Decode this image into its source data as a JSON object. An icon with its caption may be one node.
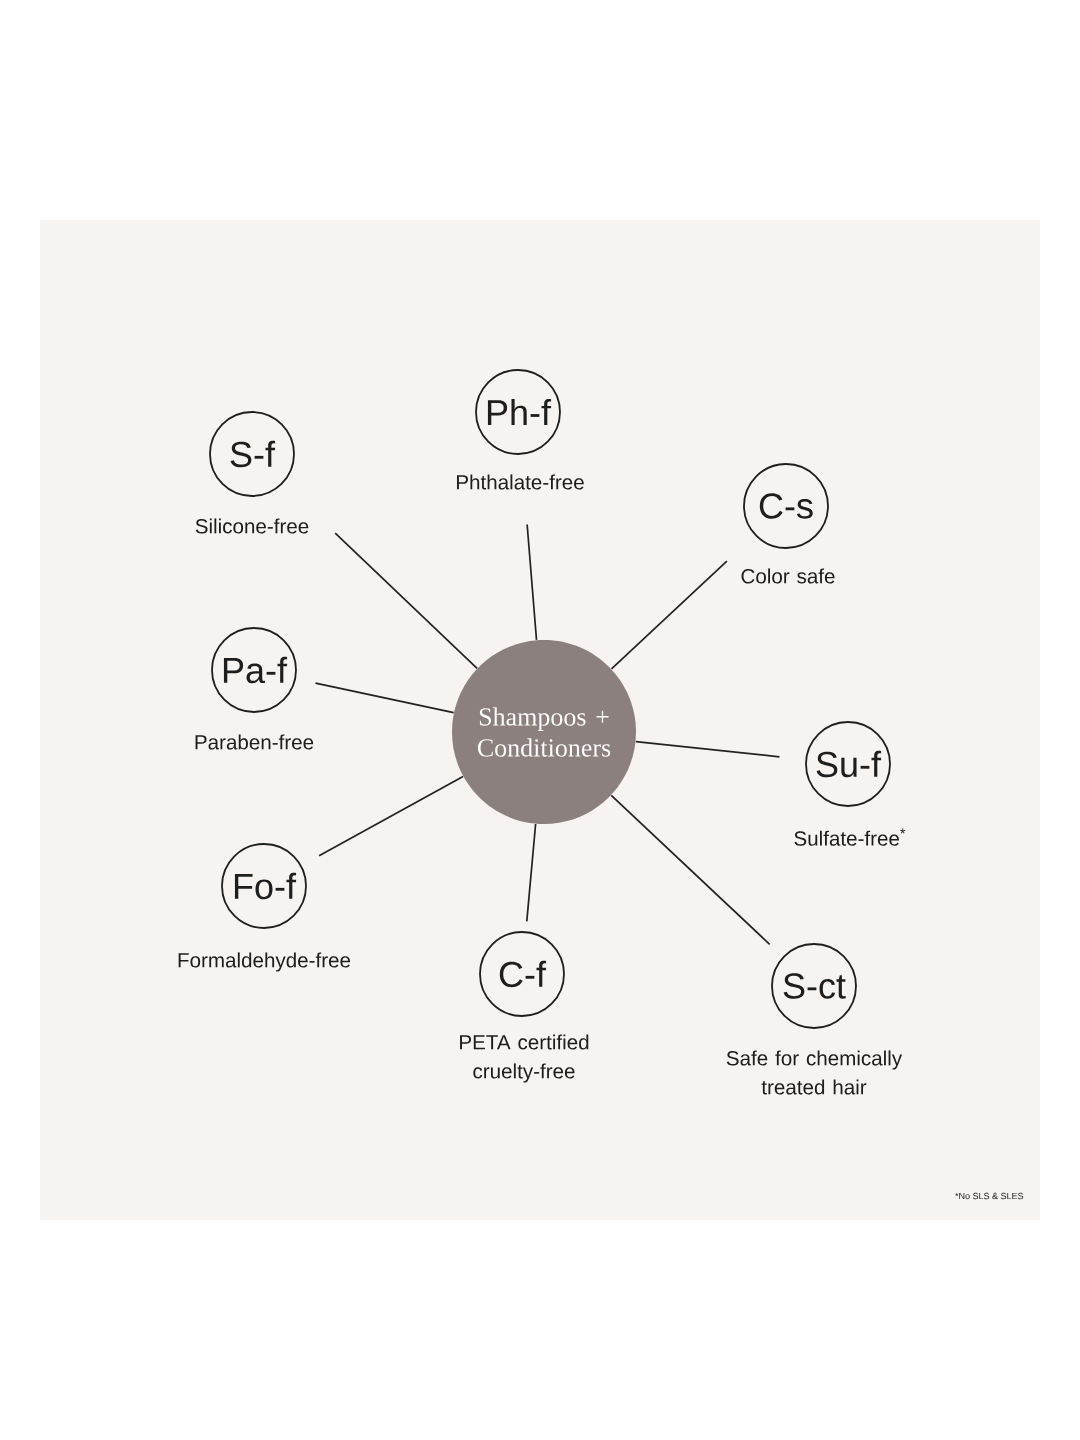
{
  "diagram": {
    "nodes": [
      {
        "text": [
          "Shampoos + Conditioners"
        ]
      },
      {
        "text": [
          "S-f"
        ],
        "beside": [
          "Silicone-free"
        ]
      },
      {
        "text": [
          "Ph-f"
        ],
        "beside": [
          "Phthalate-free"
        ]
      },
      {
        "text": [
          "C-s"
        ],
        "beside": [
          "Color safe"
        ]
      },
      {
        "text": [
          "Pa-f"
        ],
        "beside": [
          "Paraben-free"
        ]
      },
      {
        "text": [
          "Su-f"
        ],
        "beside": [
          "Sulfate-free$^{*}$"
        ]
      },
      {
        "text": [
          "Fo-f"
        ],
        "beside": [
          "Formaldehyde-free"
        ]
      },
      {
        "text": [
          "C-f"
        ],
        "beside": [
          "PETA certified cruelty-free"
        ]
      },
      {
        "text": [
          "S-ct"
        ],
        "beside": [
          "Safe for chemically treated hair"
        ]
      }
    ],
    "edges": [
      {
        "from": 0,
        "to": 1,
        "arrow": "none"
      },
      {
        "from": 0,
        "to": 2,
        "arrow": "none"
      },
      {
        "from": 0,
        "to": 3,
        "arrow": "none"
      },
      {
        "from": 0,
        "to": 4,
        "arrow": "none"
      },
      {
        "from": 0,
        "to": 5,
        "arrow": "none"
      },
      {
        "from": 0,
        "to": 6,
        "arrow": "none"
      },
      {
        "from": 0,
        "to": 7,
        "arrow": "none"
      },
      {
        "from": 0,
        "to": 8,
        "arrow": "none"
      }
    ],
    "labels": [
      "*No SLS & SLES"
    ]
  }
}
